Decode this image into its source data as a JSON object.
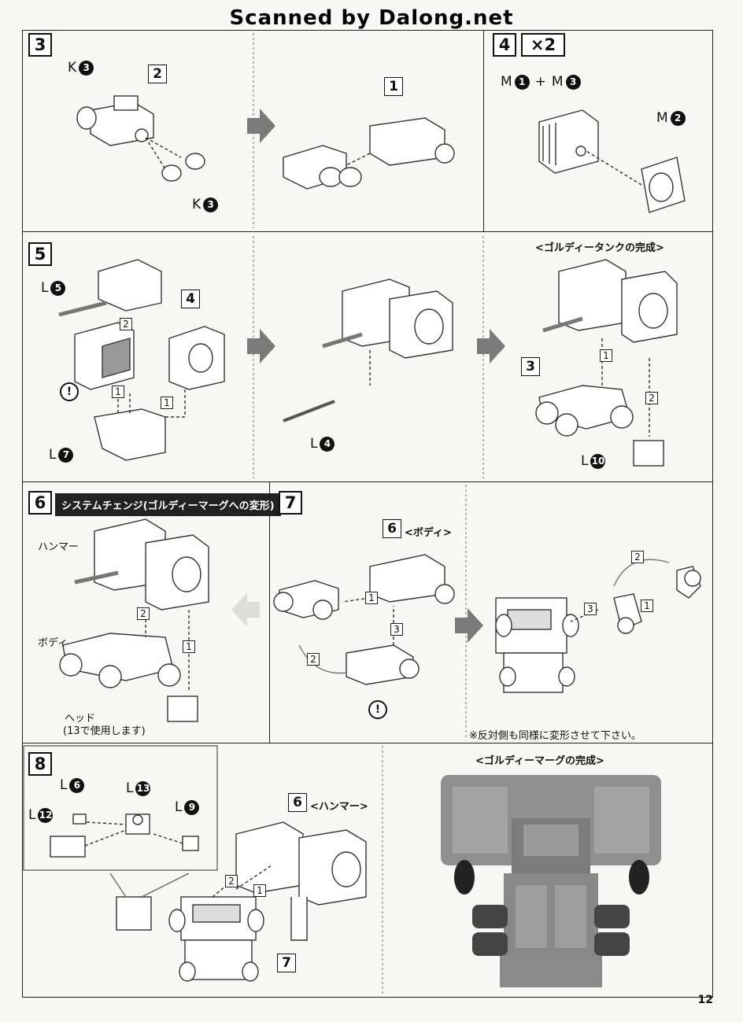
{
  "header": "Scanned by Dalong.net",
  "page_number": "12",
  "steps": {
    "s3": {
      "num": "3",
      "parts": {
        "k3_top": "K",
        "k3_top_n": "3",
        "k3_bottom": "K",
        "k3_bottom_n": "3",
        "box2": "2",
        "box1": "1"
      }
    },
    "s4": {
      "num": "4",
      "multiplier": "×2",
      "m1": "M",
      "m1_n": "1",
      "plus": "+",
      "m3": "M",
      "m3_n": "3",
      "m2": "M",
      "m2_n": "2"
    },
    "s5": {
      "num": "5",
      "l5": "L",
      "l5_n": "5",
      "box4": "4",
      "l7": "L",
      "l7_n": "7",
      "l4": "L",
      "l4_n": "4",
      "complete_title": "<ゴルディータンクの完成>",
      "box3": "3",
      "l10": "L",
      "l10_n": "10",
      "seq1": "1",
      "seq2": "2",
      "seq1b": "1",
      "seq1c": "1",
      "seq2c": "2",
      "warning": "!"
    },
    "s6": {
      "num": "6",
      "banner": "システムチェンジ(ゴルディーマーグへの変形)",
      "hammer": "ハンマー",
      "body": "ボディ",
      "head": "ヘッド",
      "head_note": "(13で使用します)",
      "seq1": "1",
      "seq2": "2"
    },
    "s7": {
      "num": "7",
      "ref6": "6",
      "ref6_label": "<ボディ>",
      "seq1": "1",
      "seq2": "2",
      "seq3": "3",
      "r_seq1": "1",
      "r_seq2": "2",
      "r_seq3": "3",
      "note": "※反対側も同様に変形させて下さい。",
      "warning": "!"
    },
    "s8": {
      "num": "8",
      "l6": "L",
      "l6_n": "6",
      "l13": "L",
      "l13_n": "13",
      "l9": "L",
      "l9_n": "9",
      "l12": "L",
      "l12_n": "12",
      "ref6": "6",
      "ref6_label": "<ハンマー>",
      "ref7": "7",
      "seq1": "1",
      "seq2": "2",
      "complete_title": "<ゴルディーマーグの完成>"
    }
  }
}
